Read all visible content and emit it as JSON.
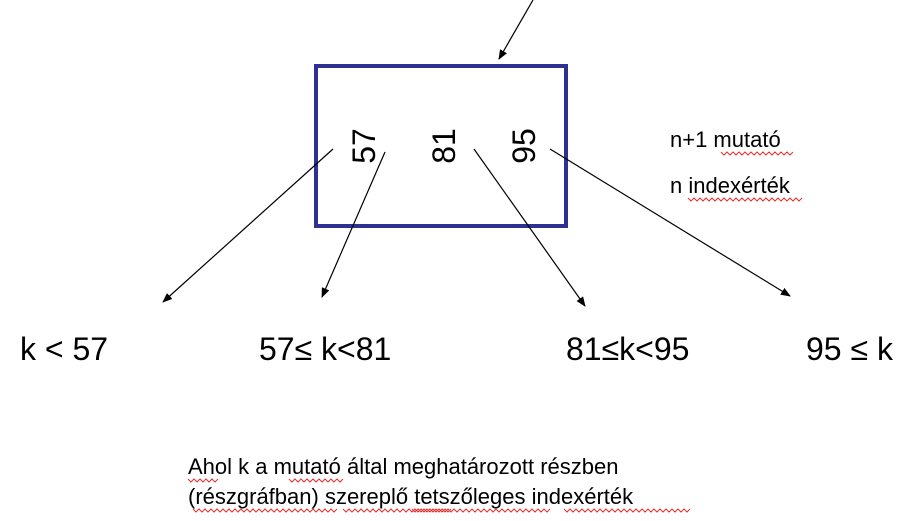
{
  "node": {
    "keys": [
      "57",
      "81",
      "95"
    ],
    "border_color": "#2e3192"
  },
  "notes": {
    "pointers": "n+1 mutató",
    "keys": "n indexérték"
  },
  "ranges": [
    "k < 57",
    "57≤ k<81",
    "81≤k<95",
    "95 ≤ k"
  ],
  "caption": {
    "line1": "Ahol k a mutató által meghatározott részben",
    "line2": "(részgráfban) szereplő tetszőleges indexérték"
  },
  "colors": {
    "arrow": "#000000",
    "spellcheck_underline": "#e03030"
  }
}
